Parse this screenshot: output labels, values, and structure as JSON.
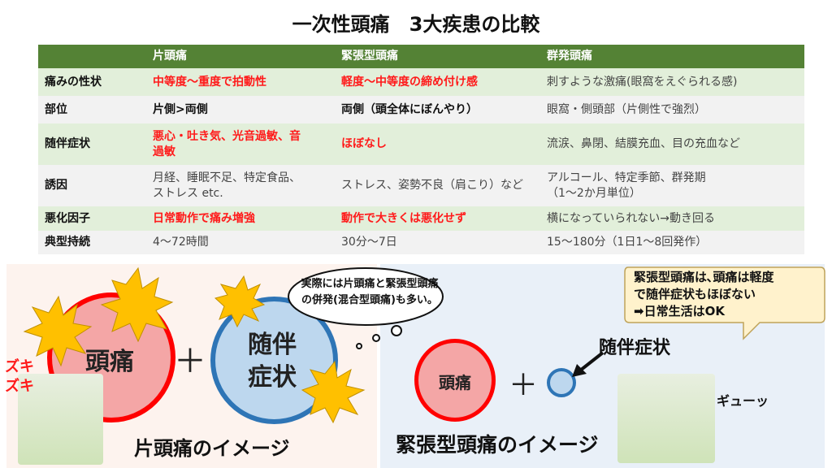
{
  "title": "一次性頭痛　3大疾患の比較",
  "table": {
    "headers": [
      "",
      "片頭痛",
      "緊張型頭痛",
      "群発頭痛"
    ],
    "rows": [
      {
        "label": "痛みの性状",
        "c1": "中等度～重度で拍動性",
        "c2": "軽度～中等度の締め付け感",
        "c3": "刺すような激痛(眼窩をえぐられる感)"
      },
      {
        "label": "部位",
        "c1": "片側>両側",
        "c2": "両側（頭全体にぼんやり）",
        "c3": "眼窩・側頭部（片側性で強烈）"
      },
      {
        "label": "随伴症状",
        "c1": "悪心・吐き気、光音過敏、音過敏",
        "c2": "ほぼなし",
        "c3": "流涙、鼻閉、結膜充血、目の充血など"
      },
      {
        "label": "誘因",
        "c1": "月経、睡眠不足、特定食品、ストレス etc.",
        "c2": "ストレス、姿勢不良（肩こり）など",
        "c3": "アルコール、特定季節、群発期（1～2か月単位）"
      },
      {
        "label": "悪化因子",
        "c1": "日常動作で痛み増強",
        "c2": "動作で大きくは悪化せず",
        "c3": "横になっていられない→動き回る"
      },
      {
        "label": "典型持続",
        "c1": "4～72時間",
        "c2": "30分～7日",
        "c3": "15～180分（1日1～8回発作）"
      }
    ]
  },
  "left": {
    "headache": "頭痛",
    "plus": "＋",
    "symptom1": "随伴",
    "symptom2": "症状",
    "zuki1": "ズキ",
    "zuki2": "ズキ",
    "caption": "片頭痛のイメージ"
  },
  "cloud": {
    "line1": "実際には片頭痛と緊張型頭痛",
    "line2": "の併発(混合型頭痛)も多い。"
  },
  "right": {
    "headache": "頭痛",
    "plus": "＋",
    "symptom": "随伴症状",
    "gyu": "ギューッ",
    "caption": "緊張型頭痛のイメージ"
  },
  "callout": {
    "line1": "緊張型頭痛は､頭痛は軽度",
    "line2": "で随伴症状もほぼない",
    "line3": "➡日常生活はOK"
  }
}
